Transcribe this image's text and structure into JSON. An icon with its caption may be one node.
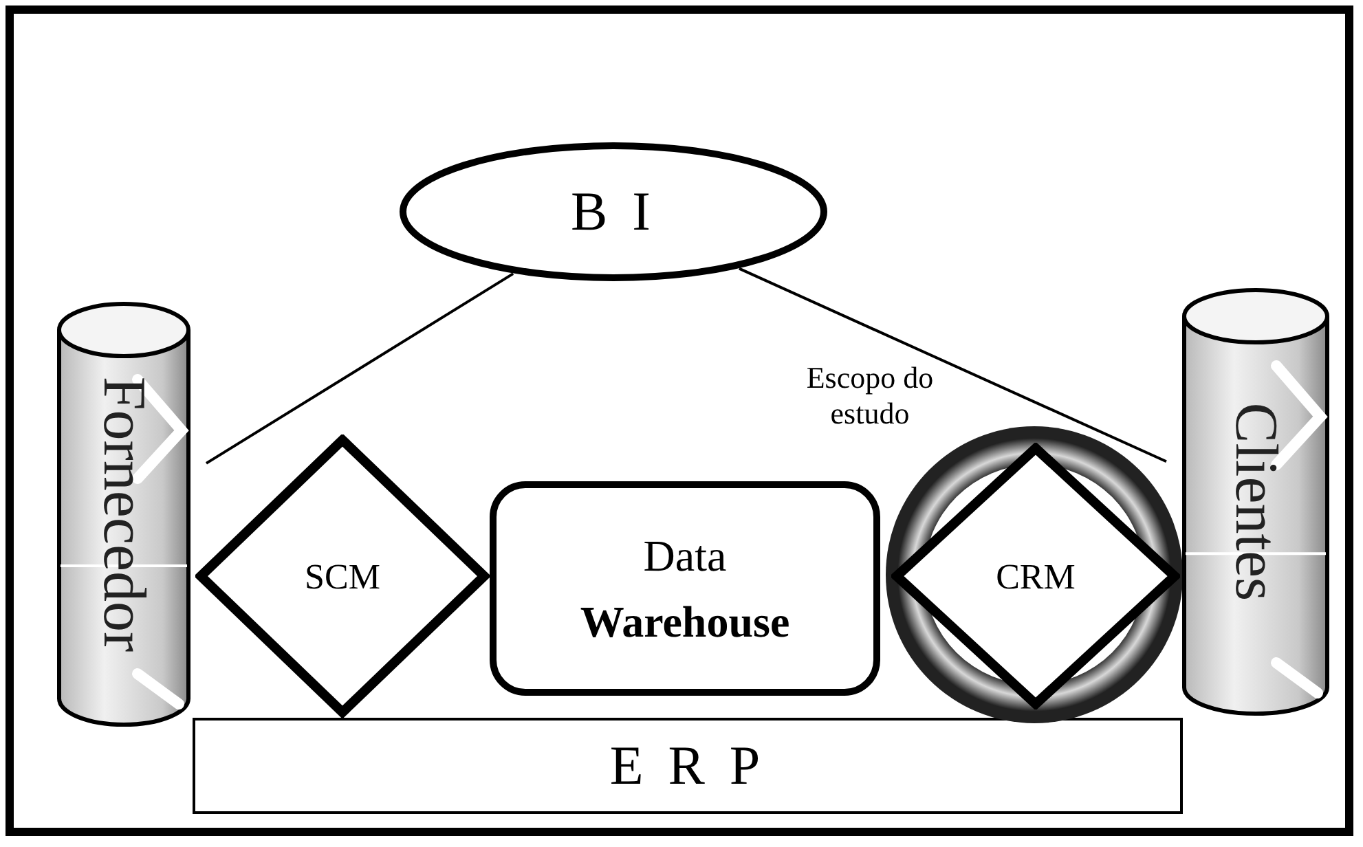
{
  "diagram": {
    "nodes": [
      {
        "text": [
          "B I"
        ]
      },
      {
        "text": [
          "Fornecedor"
        ]
      },
      {
        "text": [
          "SCM"
        ]
      },
      {
        "text": [
          "Data **Warehouse**"
        ]
      },
      {
        "text": [],
        "shape": "circle",
        "beside": [
          "Escopo do estudo"
        ]
      },
      {
        "text": [
          "CRM"
        ],
        "in": 4
      },
      {
        "text": [
          "Clientes"
        ]
      },
      {
        "text": [
          "E R P"
        ]
      }
    ],
    "edges": [
      {
        "from": 0,
        "to": 1,
        "arrow": "none"
      },
      {
        "from": 0,
        "to": 6,
        "arrow": "none"
      }
    ]
  }
}
